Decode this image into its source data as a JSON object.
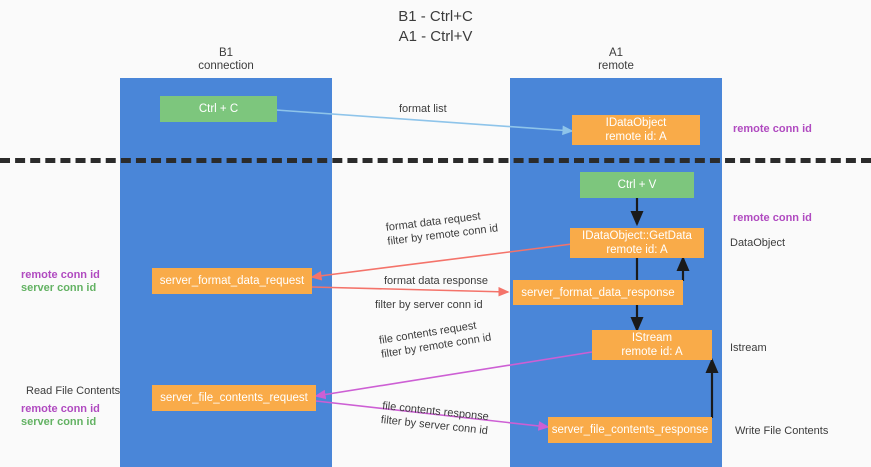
{
  "title": {
    "line1": "B1 - Ctrl+C",
    "line2": "A1 - Ctrl+V"
  },
  "lanes": [
    {
      "id": "b1",
      "name": "B1",
      "role": "connection"
    },
    {
      "id": "a1",
      "name": "A1",
      "role": "remote"
    }
  ],
  "nodes": {
    "ctrl_c": {
      "label": "Ctrl + C"
    },
    "idataobject": {
      "line1": "IDataObject",
      "line2": "remote id: A"
    },
    "ctrl_v": {
      "label": "Ctrl + V"
    },
    "getdata": {
      "line1": "IDataObject::GetData",
      "line2": "remote id: A"
    },
    "server_format_data_request": {
      "label": "server_format_data_request"
    },
    "server_format_data_response": {
      "label": "server_format_data_response"
    },
    "istream": {
      "line1": "IStream",
      "line2": "remote id: A"
    },
    "server_file_contents_request": {
      "label": "server_file_contents_request"
    },
    "server_file_contents_response": {
      "label": "server_file_contents_response"
    }
  },
  "edges": {
    "format_list": "format list",
    "format_data_request": "format data request",
    "format_data_request_filter_prefix": "filter by ",
    "format_data_request_filter_key": "remote conn id",
    "format_data_response": "format data response",
    "format_data_response_filter_prefix": "filter by ",
    "format_data_response_filter_key": "server conn id",
    "file_contents_request": "file contents request",
    "file_contents_request_filter_prefix": "filter by ",
    "file_contents_request_filter_key": "remote conn id",
    "file_contents_response": "file contents response",
    "file_contents_response_filter_prefix": "filter by ",
    "file_contents_response_filter_key": "server conn id"
  },
  "annotations": {
    "right_remote_conn_id_top": "remote conn id",
    "right_remote_conn_id_mid": "remote conn id",
    "right_dataobject": "DataObject",
    "right_istream": "Istream",
    "right_write_file_contents": "Write File Contents",
    "left_remote_conn_id": "remote conn id",
    "left_server_conn_id": "server conn id",
    "left_read_file_contents": "Read File Contents",
    "left_bottom_remote_conn_id": "remote conn id",
    "left_bottom_server_conn_id": "server conn id"
  },
  "colors": {
    "lane": "#4a86d8",
    "node_green": "#7dc67d",
    "node_orange": "#f9ab49",
    "accent_purple": "#b04ac0",
    "accent_green": "#63b263",
    "arrow_lightblue": "#8ec4ea",
    "arrow_red": "#f4736a",
    "arrow_magenta": "#cd5fd4",
    "arrow_black": "#1a1a1a",
    "divider": "#2b2b2b",
    "background": "#fafafa"
  }
}
